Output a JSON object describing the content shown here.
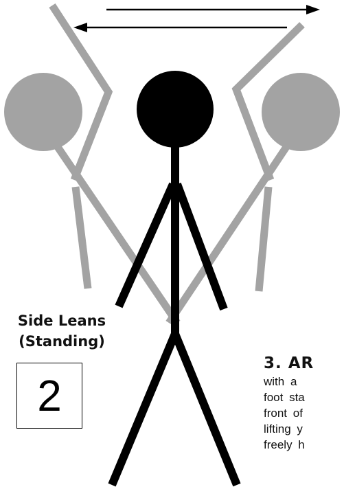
{
  "exercise": {
    "title_line1": "Side Leans",
    "title_line2": "(Standing)",
    "number": "2"
  },
  "instruction": {
    "heading": "3. AR",
    "lines": [
      "with a",
      "foot sta",
      "front of",
      "lifting y",
      "freely h"
    ]
  },
  "colors": {
    "figure": "#000000",
    "ghost": "#a3a3a3",
    "arrow": "#000000"
  }
}
